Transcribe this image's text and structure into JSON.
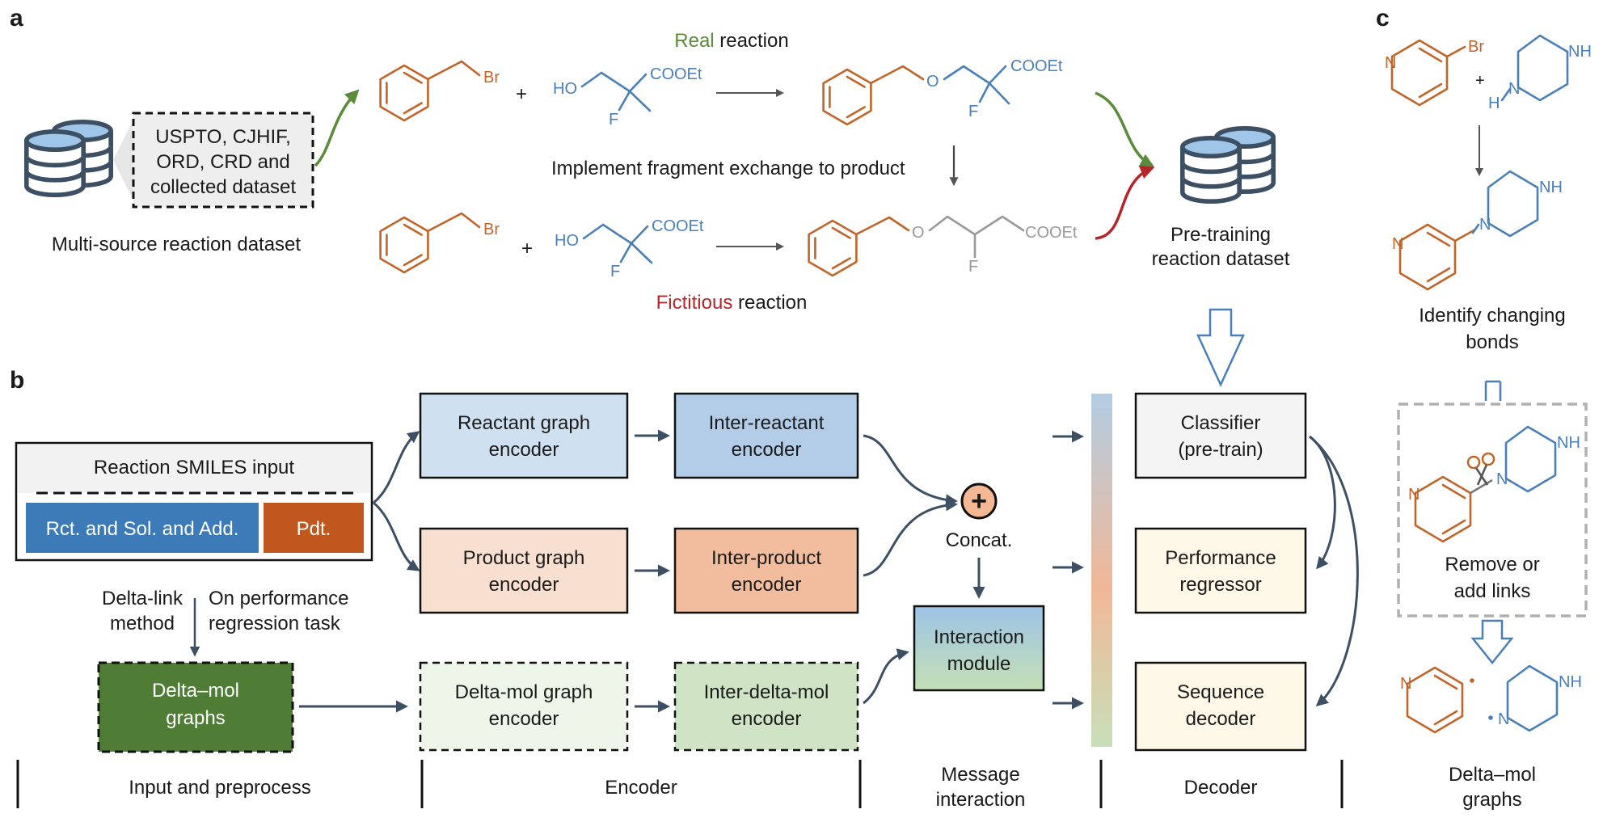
{
  "panels": {
    "a": "a",
    "b": "b",
    "c": "c"
  },
  "colors": {
    "orange": "#c0652a",
    "blue": "#4a7fb8",
    "green_real": "#5b8a3a",
    "red_fictitious": "#b5262b",
    "db_dark": "#3d4f63",
    "db_fill": "#9fc5e8"
  },
  "panel_a": {
    "sources_box": [
      "USPTO, CJHIF,",
      "ORD, CRD and",
      "collected dataset"
    ],
    "multi_source_label": "Multi-source reaction dataset",
    "real_word": "Real",
    "real_rest": " reaction",
    "exchange_label": "Implement fragment exchange to product",
    "fictitious_word": "Fictitious",
    "fictitious_rest": " reaction",
    "pretrain_label": [
      "Pre-training",
      "reaction dataset"
    ],
    "plus": "+",
    "atoms": {
      "br": "Br",
      "ho": "HO",
      "f": "F",
      "cooet": "COOEt",
      "o": "O"
    }
  },
  "panel_b": {
    "smiles_input": "Reaction SMILES input",
    "rct_label": "Rct. and Sol. and Add.",
    "pdt_label": "Pdt.",
    "delta_link": [
      "Delta-link",
      "method"
    ],
    "on_perf": [
      "On performance",
      "regression task"
    ],
    "delta_mol_graphs": [
      "Delta–mol",
      "graphs"
    ],
    "reactant_graph_encoder": [
      "Reactant graph",
      "encoder"
    ],
    "product_graph_encoder": [
      "Product graph",
      "encoder"
    ],
    "delta_mol_graph_encoder": [
      "Delta-mol graph",
      "encoder"
    ],
    "inter_reactant_encoder": [
      "Inter-reactant",
      "encoder"
    ],
    "inter_product_encoder": [
      "Inter-product",
      "encoder"
    ],
    "inter_delta_mol_encoder": [
      "Inter-delta-mol",
      "encoder"
    ],
    "concat_symbol": "+",
    "concat_label": "Concat.",
    "interaction_module": [
      "Interaction",
      "module"
    ],
    "classifier": [
      "Classifier",
      "(pre-train)"
    ],
    "performance_regressor": [
      "Performance",
      "regressor"
    ],
    "sequence_decoder": [
      "Sequence",
      "decoder"
    ],
    "section_labels": {
      "input": "Input and preprocess",
      "encoder": "Encoder",
      "message": [
        "Message",
        "interaction"
      ],
      "decoder": "Decoder"
    }
  },
  "panel_c": {
    "identify_bonds": [
      "Identify changing",
      "bonds"
    ],
    "remove_add": [
      "Remove or",
      "add links"
    ],
    "delta_mol_graphs": [
      "Delta–mol",
      "graphs"
    ],
    "atoms": {
      "n": "N",
      "br": "Br",
      "nh": "NH",
      "h": "H",
      "plus": "+"
    }
  }
}
